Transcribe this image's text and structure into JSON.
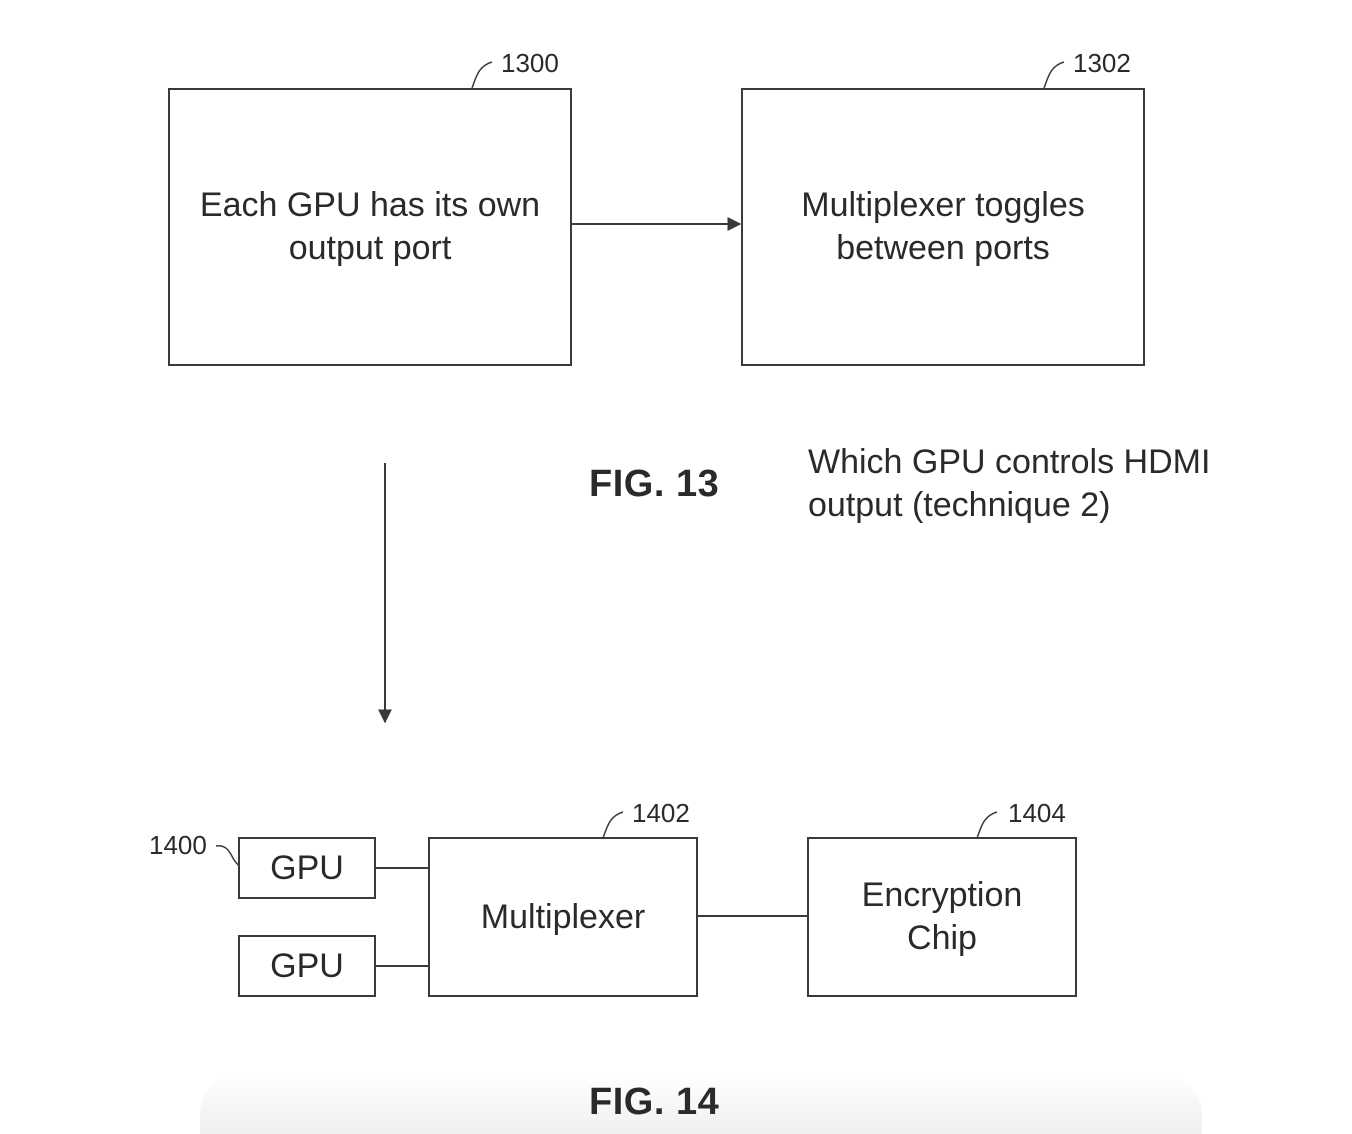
{
  "fig13": {
    "title": "FIG. 13",
    "caption_line1": "Which GPU controls HDMI",
    "caption_line2": "output (technique 2)",
    "boxes": [
      {
        "ref": "1300",
        "line1": "Each GPU has its own",
        "line2": "output port"
      },
      {
        "ref": "1302",
        "line1": "Multiplexer toggles",
        "line2": "between ports"
      }
    ]
  },
  "fig14": {
    "title": "FIG. 14",
    "gpu_ref": "1400",
    "gpu_label": "GPU",
    "multiplexer": {
      "ref": "1402",
      "label": "Multiplexer"
    },
    "encryption": {
      "ref": "1404",
      "line1": "Encryption",
      "line2": "Chip"
    }
  },
  "colors": {
    "stroke": "#3a3a3a",
    "text": "#2a2a2a"
  }
}
